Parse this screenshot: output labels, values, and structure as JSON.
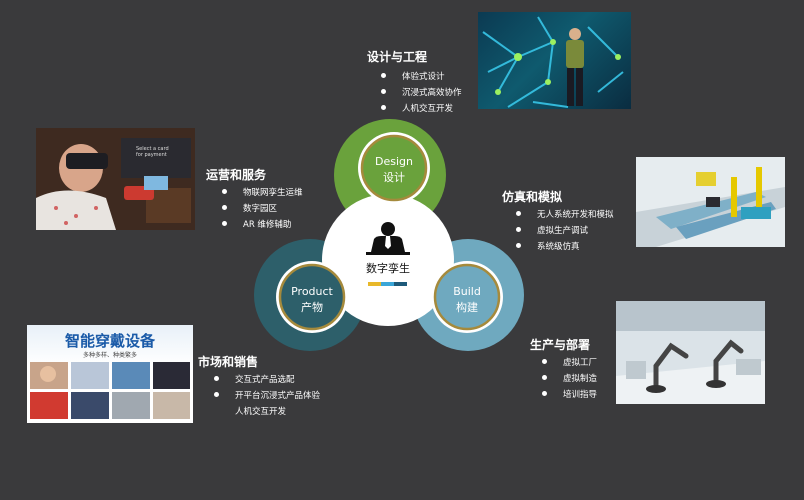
{
  "hub": {
    "center_label": "数字孪生",
    "nodes": [
      {
        "en": "Design",
        "zh": "设计"
      },
      {
        "en": "Product",
        "zh": "产物"
      },
      {
        "en": "Build",
        "zh": "构建"
      }
    ]
  },
  "sections": {
    "design": {
      "title": "设计与工程",
      "items": [
        "体验式设计",
        "沉浸式高效协作",
        "人机交互开发"
      ]
    },
    "operations": {
      "title": "运营和服务",
      "items": [
        "物联网孪生运维",
        "数字园区",
        "AR 维修辅助"
      ]
    },
    "simulation": {
      "title": "仿真和模拟",
      "items": [
        "无人系统开发和模拟",
        "虚拟生产调试",
        "系统级仿真"
      ]
    },
    "production": {
      "title": "生产与部署",
      "items": [
        "虚拟工厂",
        "虚拟制造",
        "培训指导"
      ]
    },
    "marketing": {
      "title": "市场和销售",
      "items": [
        "交互式产品选配",
        "开平台沉浸式产品体验",
        "人机交互开发"
      ]
    }
  },
  "wearables_card": {
    "title": "智能穿戴设备",
    "subtitle": "多种多样、种类繁多"
  },
  "vr_screen_text": "Select a card for payment",
  "colors": {
    "design_green": "#6aa23c",
    "product_teal": "#2d5f6a",
    "build_blue": "#6fa9bf",
    "ring_gold": "#a58a3c",
    "background": "#3a3a3c"
  }
}
